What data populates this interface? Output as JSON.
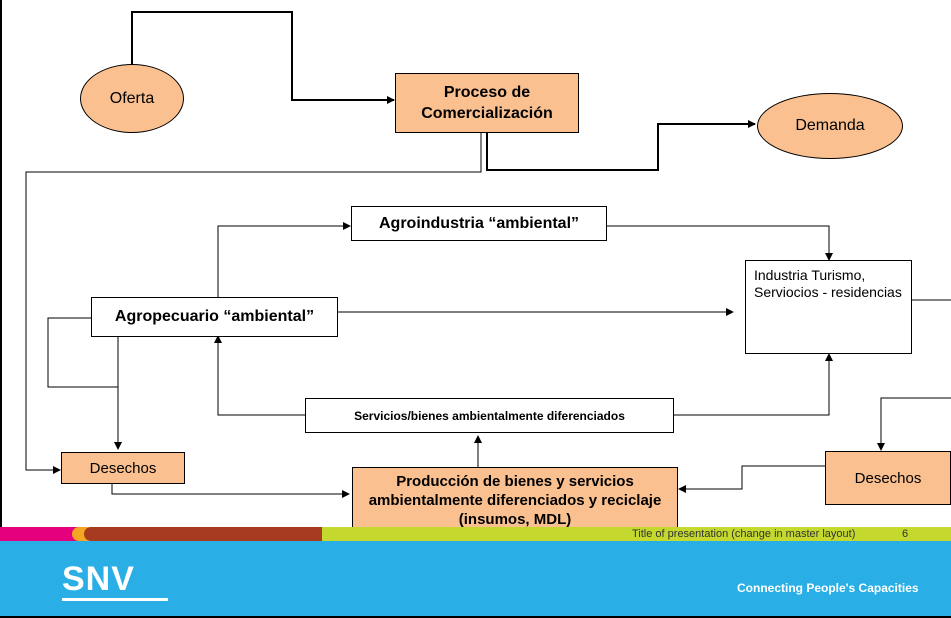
{
  "diagram": {
    "nodes": {
      "oferta": "Oferta",
      "proceso": "Proceso de Comercialización",
      "demanda": "Demanda",
      "agroindustria": "Agroindustria “ambiental”",
      "agropecuario": "Agropecuario “ambiental”",
      "industria": "Industria Turismo, Serviocios - residencias",
      "servicios": "Servicios/bienes ambientalmente diferenciados",
      "desechos_left": "Desechos",
      "produccion": "Producción de bienes y servicios ambientalmente diferenciados y reciclaje (insumos, MDL)",
      "desechos_right": "Desechos"
    },
    "colors": {
      "box_fill": "#fac090",
      "line": "#000000"
    }
  },
  "footer": {
    "title": "Title of presentation (change in master layout)",
    "page": "6",
    "logo": "SNV",
    "tagline": "Connecting People's Capacities",
    "stripe_colors": [
      "#e5007e",
      "#f5a623",
      "#a63b1f",
      "#c5d82e"
    ],
    "band_color": "#2aaee6"
  }
}
